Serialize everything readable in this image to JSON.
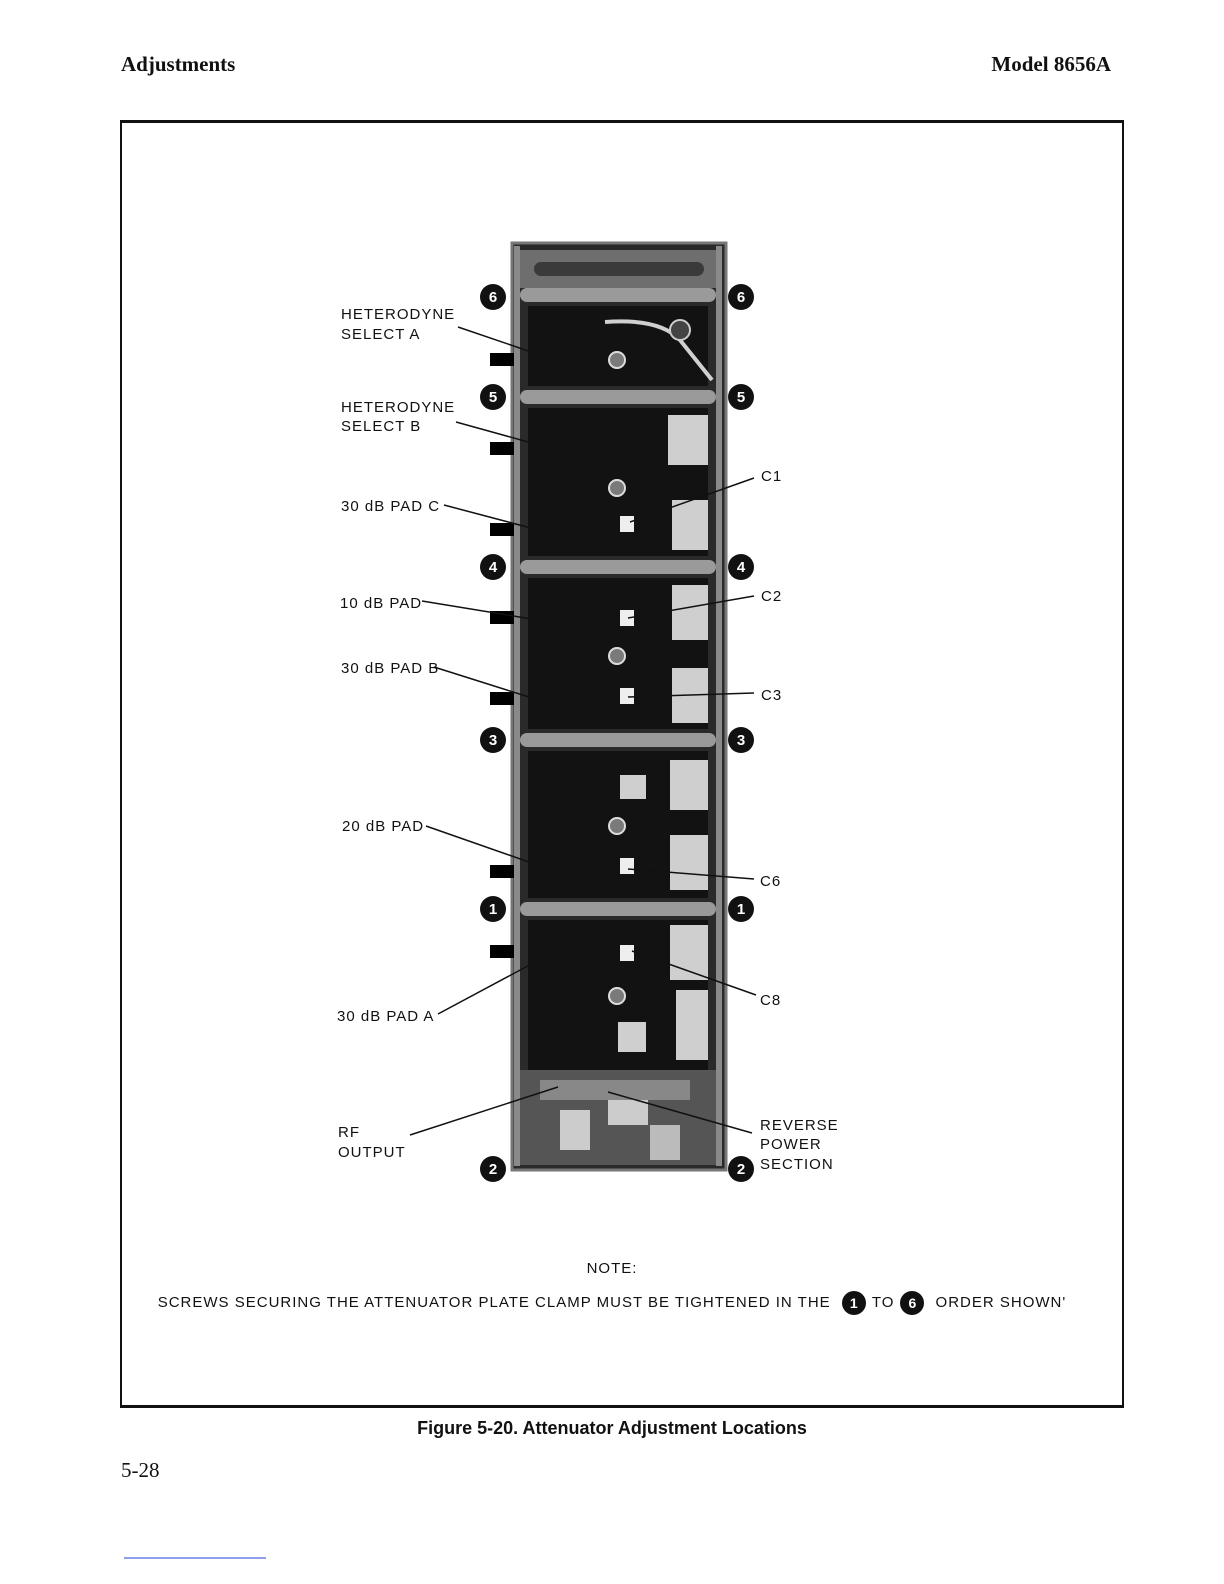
{
  "header": {
    "left": "Adjustments",
    "right": "Model 8656A"
  },
  "labels": {
    "het_a_1": "HETERODYNE",
    "het_a_2": "SELECT A",
    "het_b_1": "HETERODYNE",
    "het_b_2": "SELECT B",
    "pad30c": "30 dB PAD C",
    "pad10": "10 dB PAD",
    "pad30b": "30 dB PAD B",
    "pad20": "20 dB PAD",
    "pad30a": "30 dB PAD A",
    "rf_1": "RF",
    "rf_2": "OUTPUT",
    "rev_1": "REVERSE",
    "rev_2": "POWER",
    "rev_3": "SECTION",
    "c1": "C1",
    "c2": "C2",
    "c3": "C3",
    "c6": "C6",
    "c8": "C8"
  },
  "screws": {
    "s6": "6",
    "s5": "5",
    "s4": "4",
    "s3": "3",
    "s1": "1",
    "s2": "2"
  },
  "note": {
    "title": "NOTE:",
    "text_before": "SCREWS SECURING THE ATTENUATOR PLATE CLAMP MUST BE TIGHTENED IN THE",
    "from": "1",
    "mid": "TO",
    "to": "6",
    "text_after": "ORDER SHOWN'"
  },
  "caption": "Figure 5-20.  Attenuator Adjustment Locations",
  "page_number": "5-28"
}
